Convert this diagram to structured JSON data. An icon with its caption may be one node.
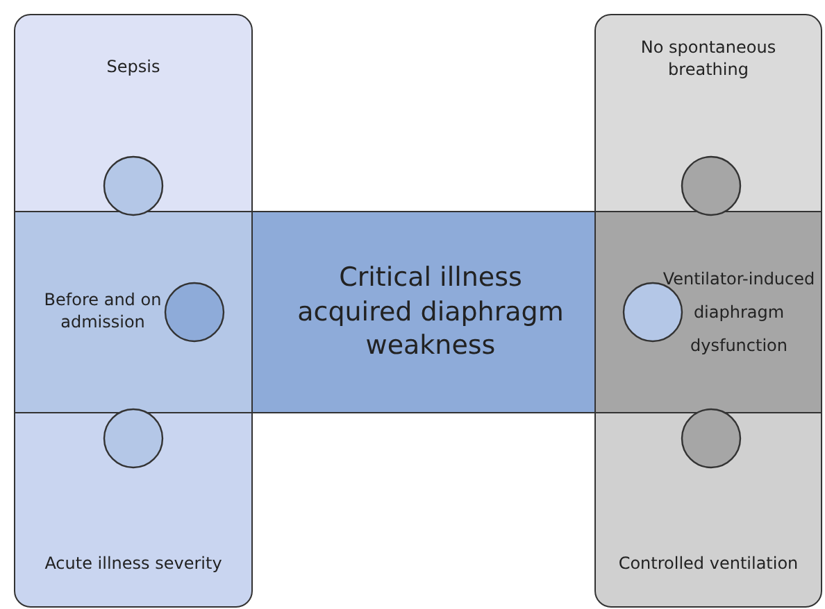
{
  "diagram": {
    "nodes": [
      {
        "text": [
          "Sepsis"
        ]
      },
      {
        "text": [
          "Before and on admission"
        ]
      },
      {
        "text": [
          "Acute illness severity"
        ]
      },
      {
        "text": [
          "Critical illness acquired diaphragm weakness"
        ]
      },
      {
        "text": [
          "No spontaneous breathing"
        ]
      },
      {
        "text": [
          "Ventilator-induced diaphragm dysfunction"
        ]
      },
      {
        "text": [
          "Controlled ventilation"
        ]
      }
    ]
  }
}
